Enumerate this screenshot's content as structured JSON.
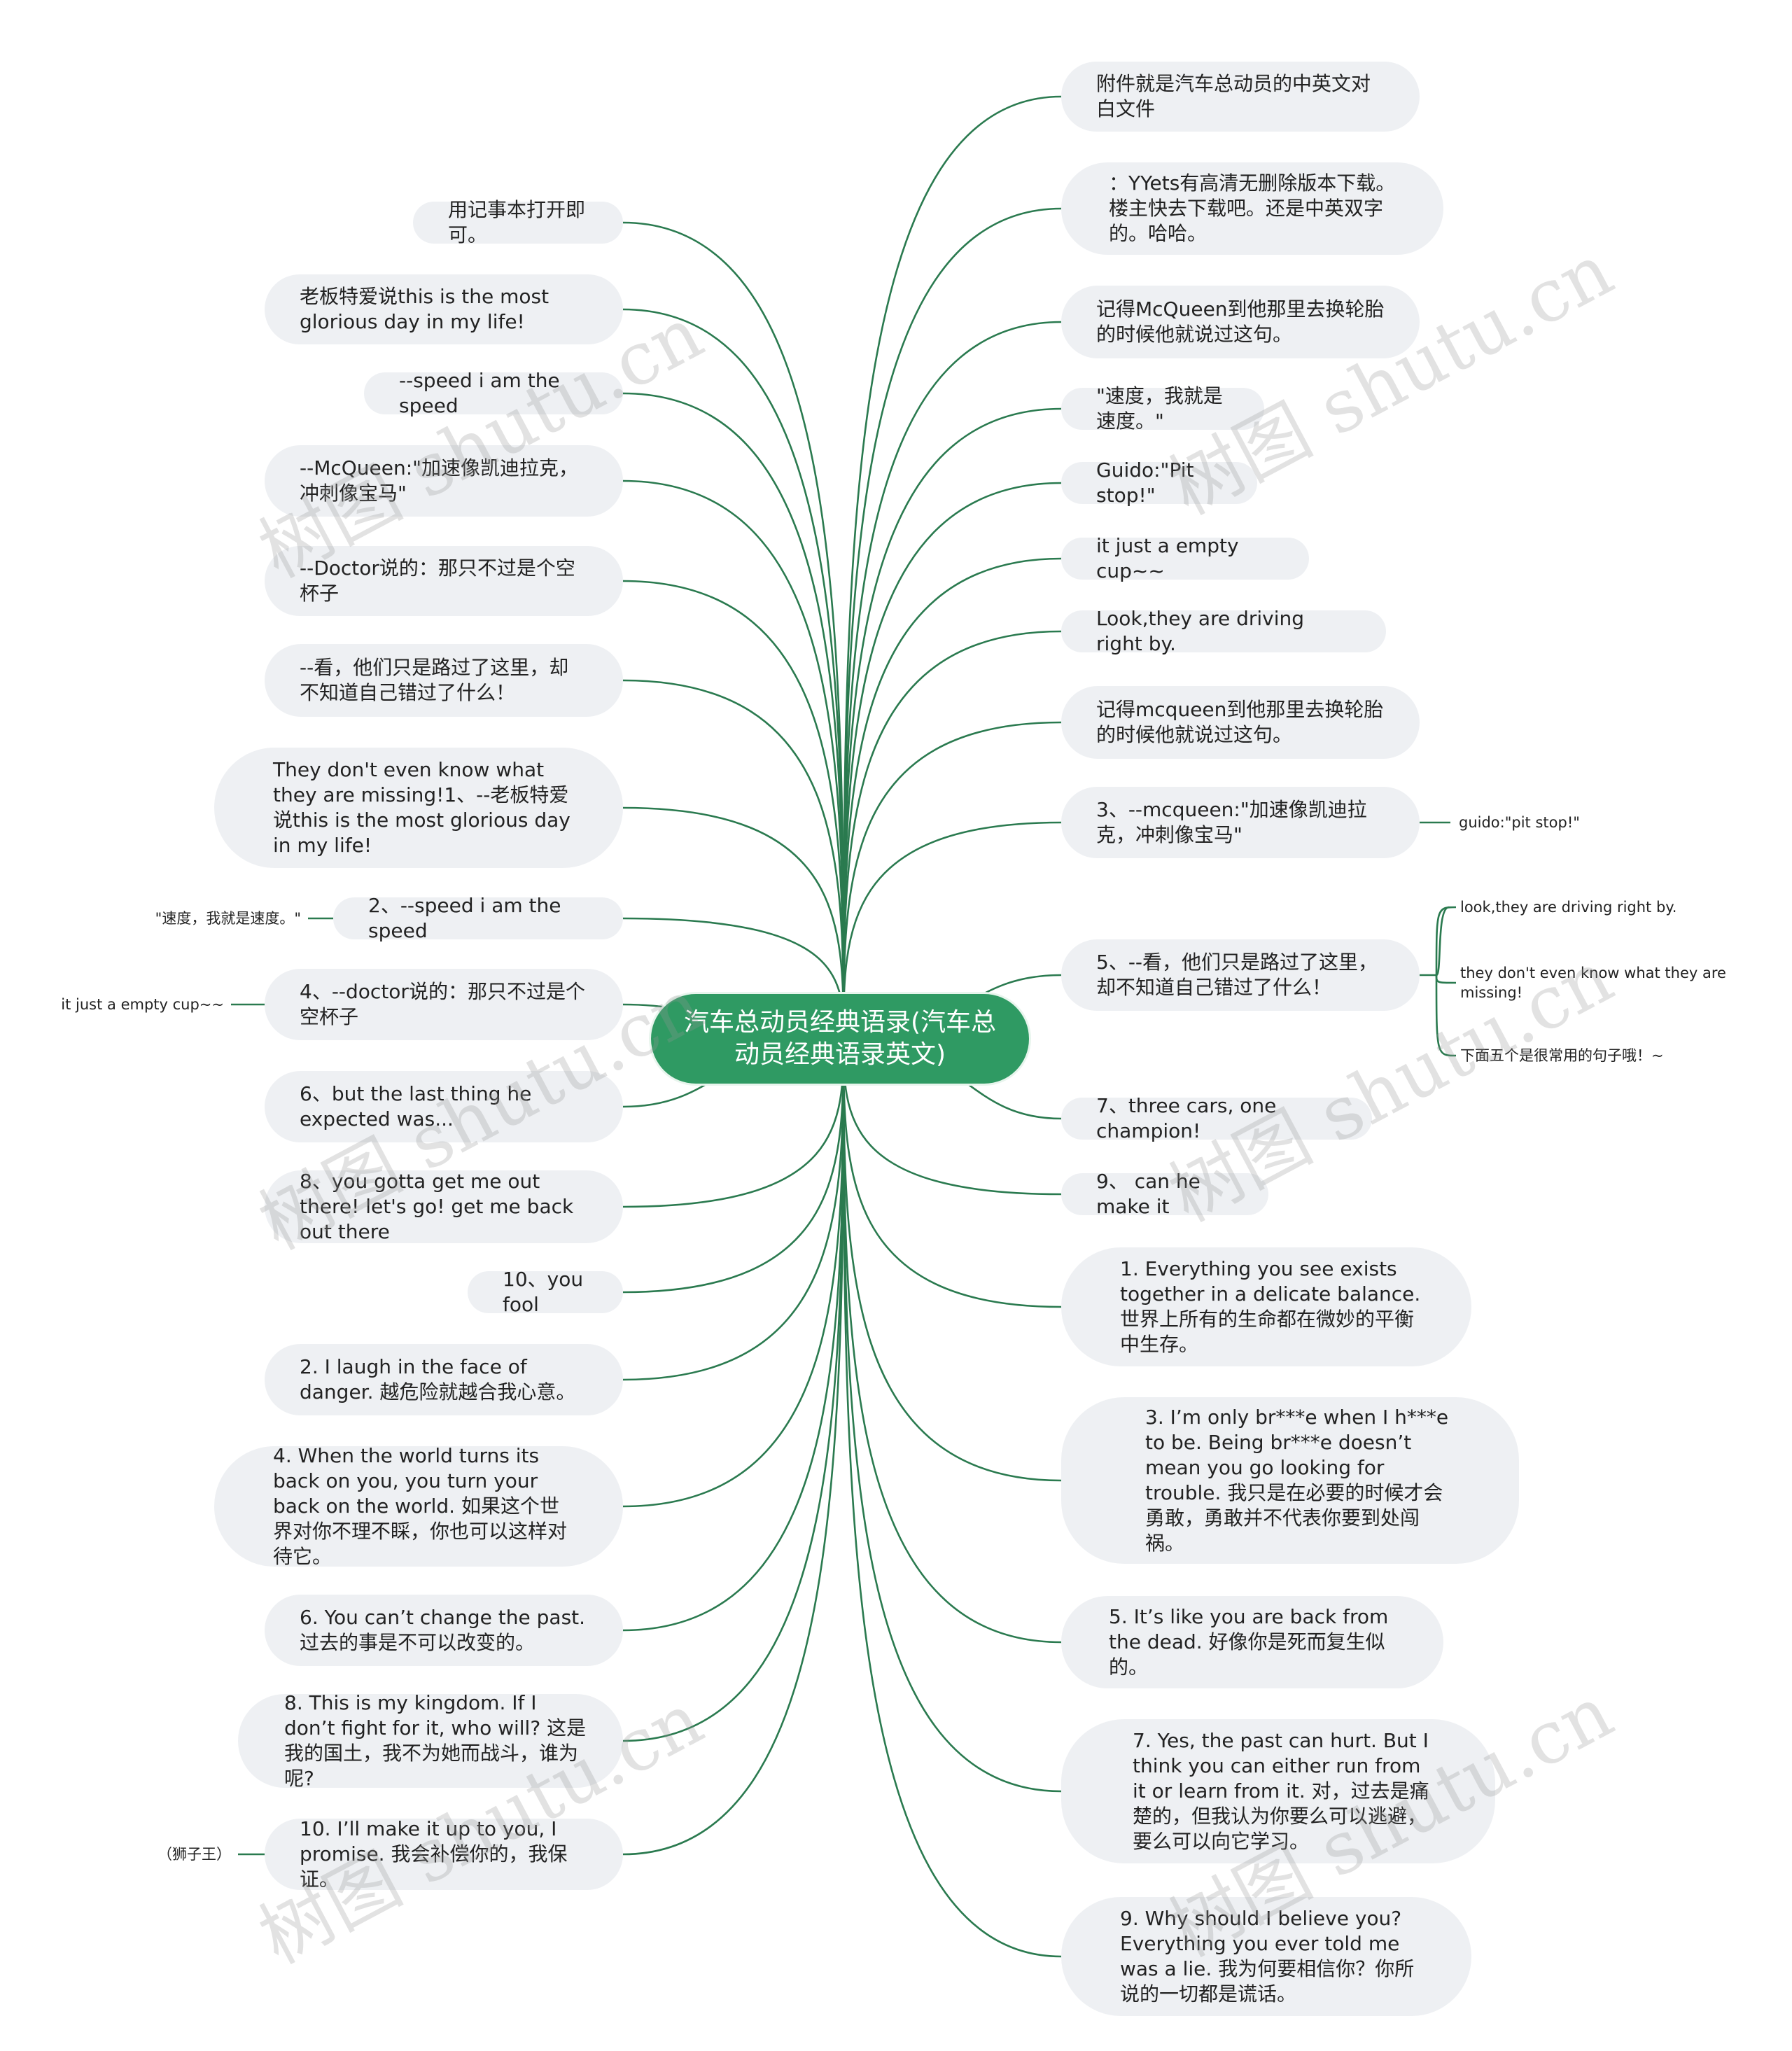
{
  "title": "汽车总动员经典语录(汽车总动员经典语录英文)",
  "watermark": "树图 shutu.cn",
  "colors": {
    "accent": "#2f9a63",
    "link": "#2a7a4f",
    "node_bg": "#eef0f3"
  },
  "left_nodes": [
    {
      "text": "用记事本打开即可。"
    },
    {
      "text": "老板特爱说this is the most glorious day in my life!"
    },
    {
      "text": "--speed i am the speed"
    },
    {
      "text": "--McQueen:\"加速像凯迪拉克，冲刺像宝马\""
    },
    {
      "text": "--Doctor说的：那只不过是个空杯子"
    },
    {
      "text": "--看，他们只是路过了这里，却不知道自己错过了什么！"
    },
    {
      "text": "They don't even know what they are missing!1、--老板特爱说this is the most glorious day in my life!"
    },
    {
      "text": "2、--speed i am the speed",
      "leaf": "\"速度，我就是速度。\""
    },
    {
      "text": "4、--doctor说的：那只不过是个空杯子",
      "leaf": "it just a empty cup~~"
    },
    {
      "text": "6、but the last thing he expected was..."
    },
    {
      "text": "8、you gotta get me out there! let's go! get me back out there"
    },
    {
      "text": "10、you fool"
    },
    {
      "text": "2. I laugh in the face of danger. 越危险就越合我心意。"
    },
    {
      "text": "4. When the world turns its back on you, you turn your back on the world. 如果这个世界对你不理不睬，你也可以这样对待它。"
    },
    {
      "text": "6. You can’t change the past. 过去的事是不可以改变的。"
    },
    {
      "text": "8. This is my kingdom. If I don’t fight for it, who will? 这是我的国土，我不为她而战斗，谁为呢?"
    },
    {
      "text": "10. I’ll make it up to you, I promise. 我会补偿你的，我保证。",
      "leaf": "（狮子王）"
    }
  ],
  "right_nodes": [
    {
      "text": "附件就是汽车总动员的中英文对白文件"
    },
    {
      "text": "：YYets有高清无删除版本下载。楼主快去下载吧。还是中英双字的。哈哈。"
    },
    {
      "text": "记得McQueen到他那里去换轮胎的时候他就说过这句。"
    },
    {
      "text": "\"速度，我就是速度。\""
    },
    {
      "text": "Guido:\"Pit stop!\""
    },
    {
      "text": "it just a empty cup~~"
    },
    {
      "text": "Look,they are driving right by."
    },
    {
      "text": "记得mcqueen到他那里去换轮胎的时候他就说过这句。"
    },
    {
      "text": "3、--mcqueen:\"加速像凯迪拉克，冲刺像宝马\"",
      "leaves": [
        "guido:\"pit stop!\""
      ]
    },
    {
      "text": "5、--看，他们只是路过了这里，却不知道自己错过了什么！",
      "leaves": [
        "look,they are driving right by.",
        "they don't even know what they are missing!",
        "下面五个是很常用的句子哦！~"
      ]
    },
    {
      "text": "7、three cars, one champion!"
    },
    {
      "text": "9、 can he make it"
    },
    {
      "text": "1. Everything you see exists together in a delicate balance. 世界上所有的生命都在微妙的平衡中生存。"
    },
    {
      "text": "3. I’m only br***e when I h***e to be. Being br***e doesn’t mean you go looking for trouble. 我只是在必要的时候才会勇敢，勇敢并不代表你要到处闯祸。"
    },
    {
      "text": "5. It’s like you are back from the dead. 好像你是死而复生似的。"
    },
    {
      "text": "7. Yes, the past can hurt. But I think you can either run from it or learn from it. 对，过去是痛楚的，但我认为你要么可以逃避，要么可以向它学习。"
    },
    {
      "text": "9. Why should I believe you? Everything you ever told me was a lie. 我为何要相信你？你所说的一切都是谎话。"
    }
  ]
}
